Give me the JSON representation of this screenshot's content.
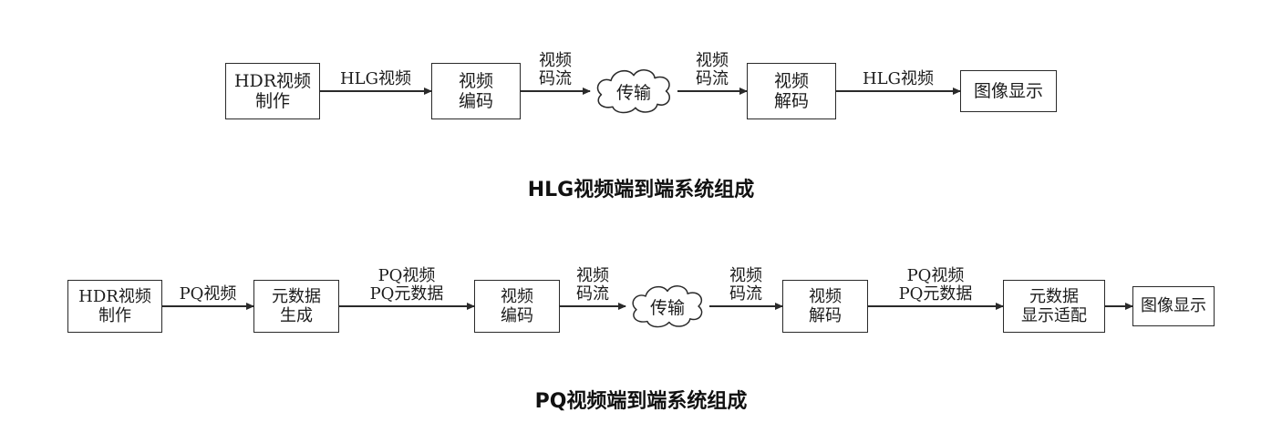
{
  "diagrams": [
    {
      "id": "hlg",
      "caption": "HLG视频端到端系统组成",
      "nodes": {
        "box1": "HDR视频\n制作",
        "arrow1": "HLG视频",
        "box2": "视频\n编码",
        "arrow2": "视频\n码流",
        "cloud": "传输",
        "arrow3": "视频\n码流",
        "box3": "视频\n解码",
        "arrow4": "HLG视频",
        "box4": "图像显示"
      }
    },
    {
      "id": "pq",
      "caption": "PQ视频端到端系统组成",
      "nodes": {
        "box1": "HDR视频\n制作",
        "arrow1": "PQ视频",
        "box2": "元数据\n生成",
        "arrow2": "PQ视频\nPQ元数据",
        "box3": "视频\n编码",
        "arrow3": "视频\n码流",
        "cloud": "传输",
        "arrow4": "视频\n码流",
        "box4": "视频\n解码",
        "arrow5": "PQ视频\nPQ元数据",
        "box5": "元数据\n显示适配",
        "box6": "图像显示"
      }
    }
  ]
}
